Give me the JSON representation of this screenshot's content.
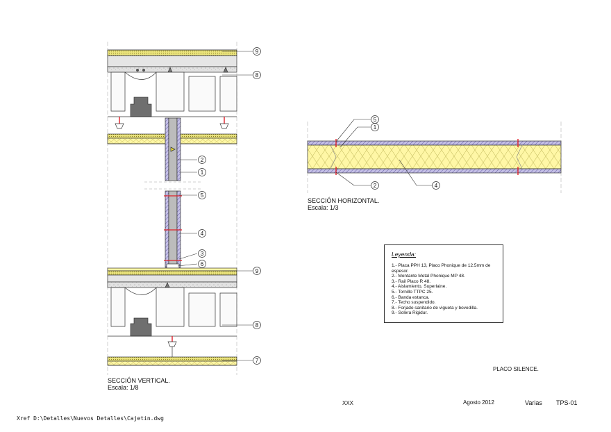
{
  "callouts": {
    "c1": "1",
    "c2": "2",
    "c3": "3",
    "c4": "4",
    "c5": "5",
    "c6": "6",
    "c7": "7",
    "c8": "8",
    "c9": "9"
  },
  "vertical_section": {
    "title": "SECCIÓN VERTICAL.",
    "scale": "Escala: 1/8"
  },
  "horizontal_section": {
    "title": "SECCIÓN HORIZONTAL.",
    "scale": "Escala: 1/3"
  },
  "legend": {
    "title": "Leyenda:",
    "items": [
      "1.-    Placa PPH 13, Placo Phonique de 12.5mm de espesor.",
      "2.-    Montante Metal Phonique MP 48.",
      "3.-    Rail Placo R 48.",
      "4.-    Aislamiento, Superlaine.",
      "5.-    Tornillo TTPC 25.",
      "6.-    Banda estanca.",
      "7.-    Techo suspendido.",
      "8.-    Forjado sanitario de vigueta y bovedilla.",
      "9.-    Solera Rigidur."
    ]
  },
  "titleblock": {
    "project": "PLACO SILENCE.",
    "code": "XXX",
    "date": "Agosto 2012",
    "scale_label": "Varias",
    "sheet": "TPS-01"
  },
  "xref": "Xref D:\\Detalles\\Nuevos Detalles\\Cajetin.dwg",
  "colors": {
    "line": "#333333",
    "insulation": "#fff9a8",
    "board": "#b9b3df",
    "concrete": "#d9d9d9",
    "screw": "#e0202a",
    "screed": "#e8e47a"
  }
}
